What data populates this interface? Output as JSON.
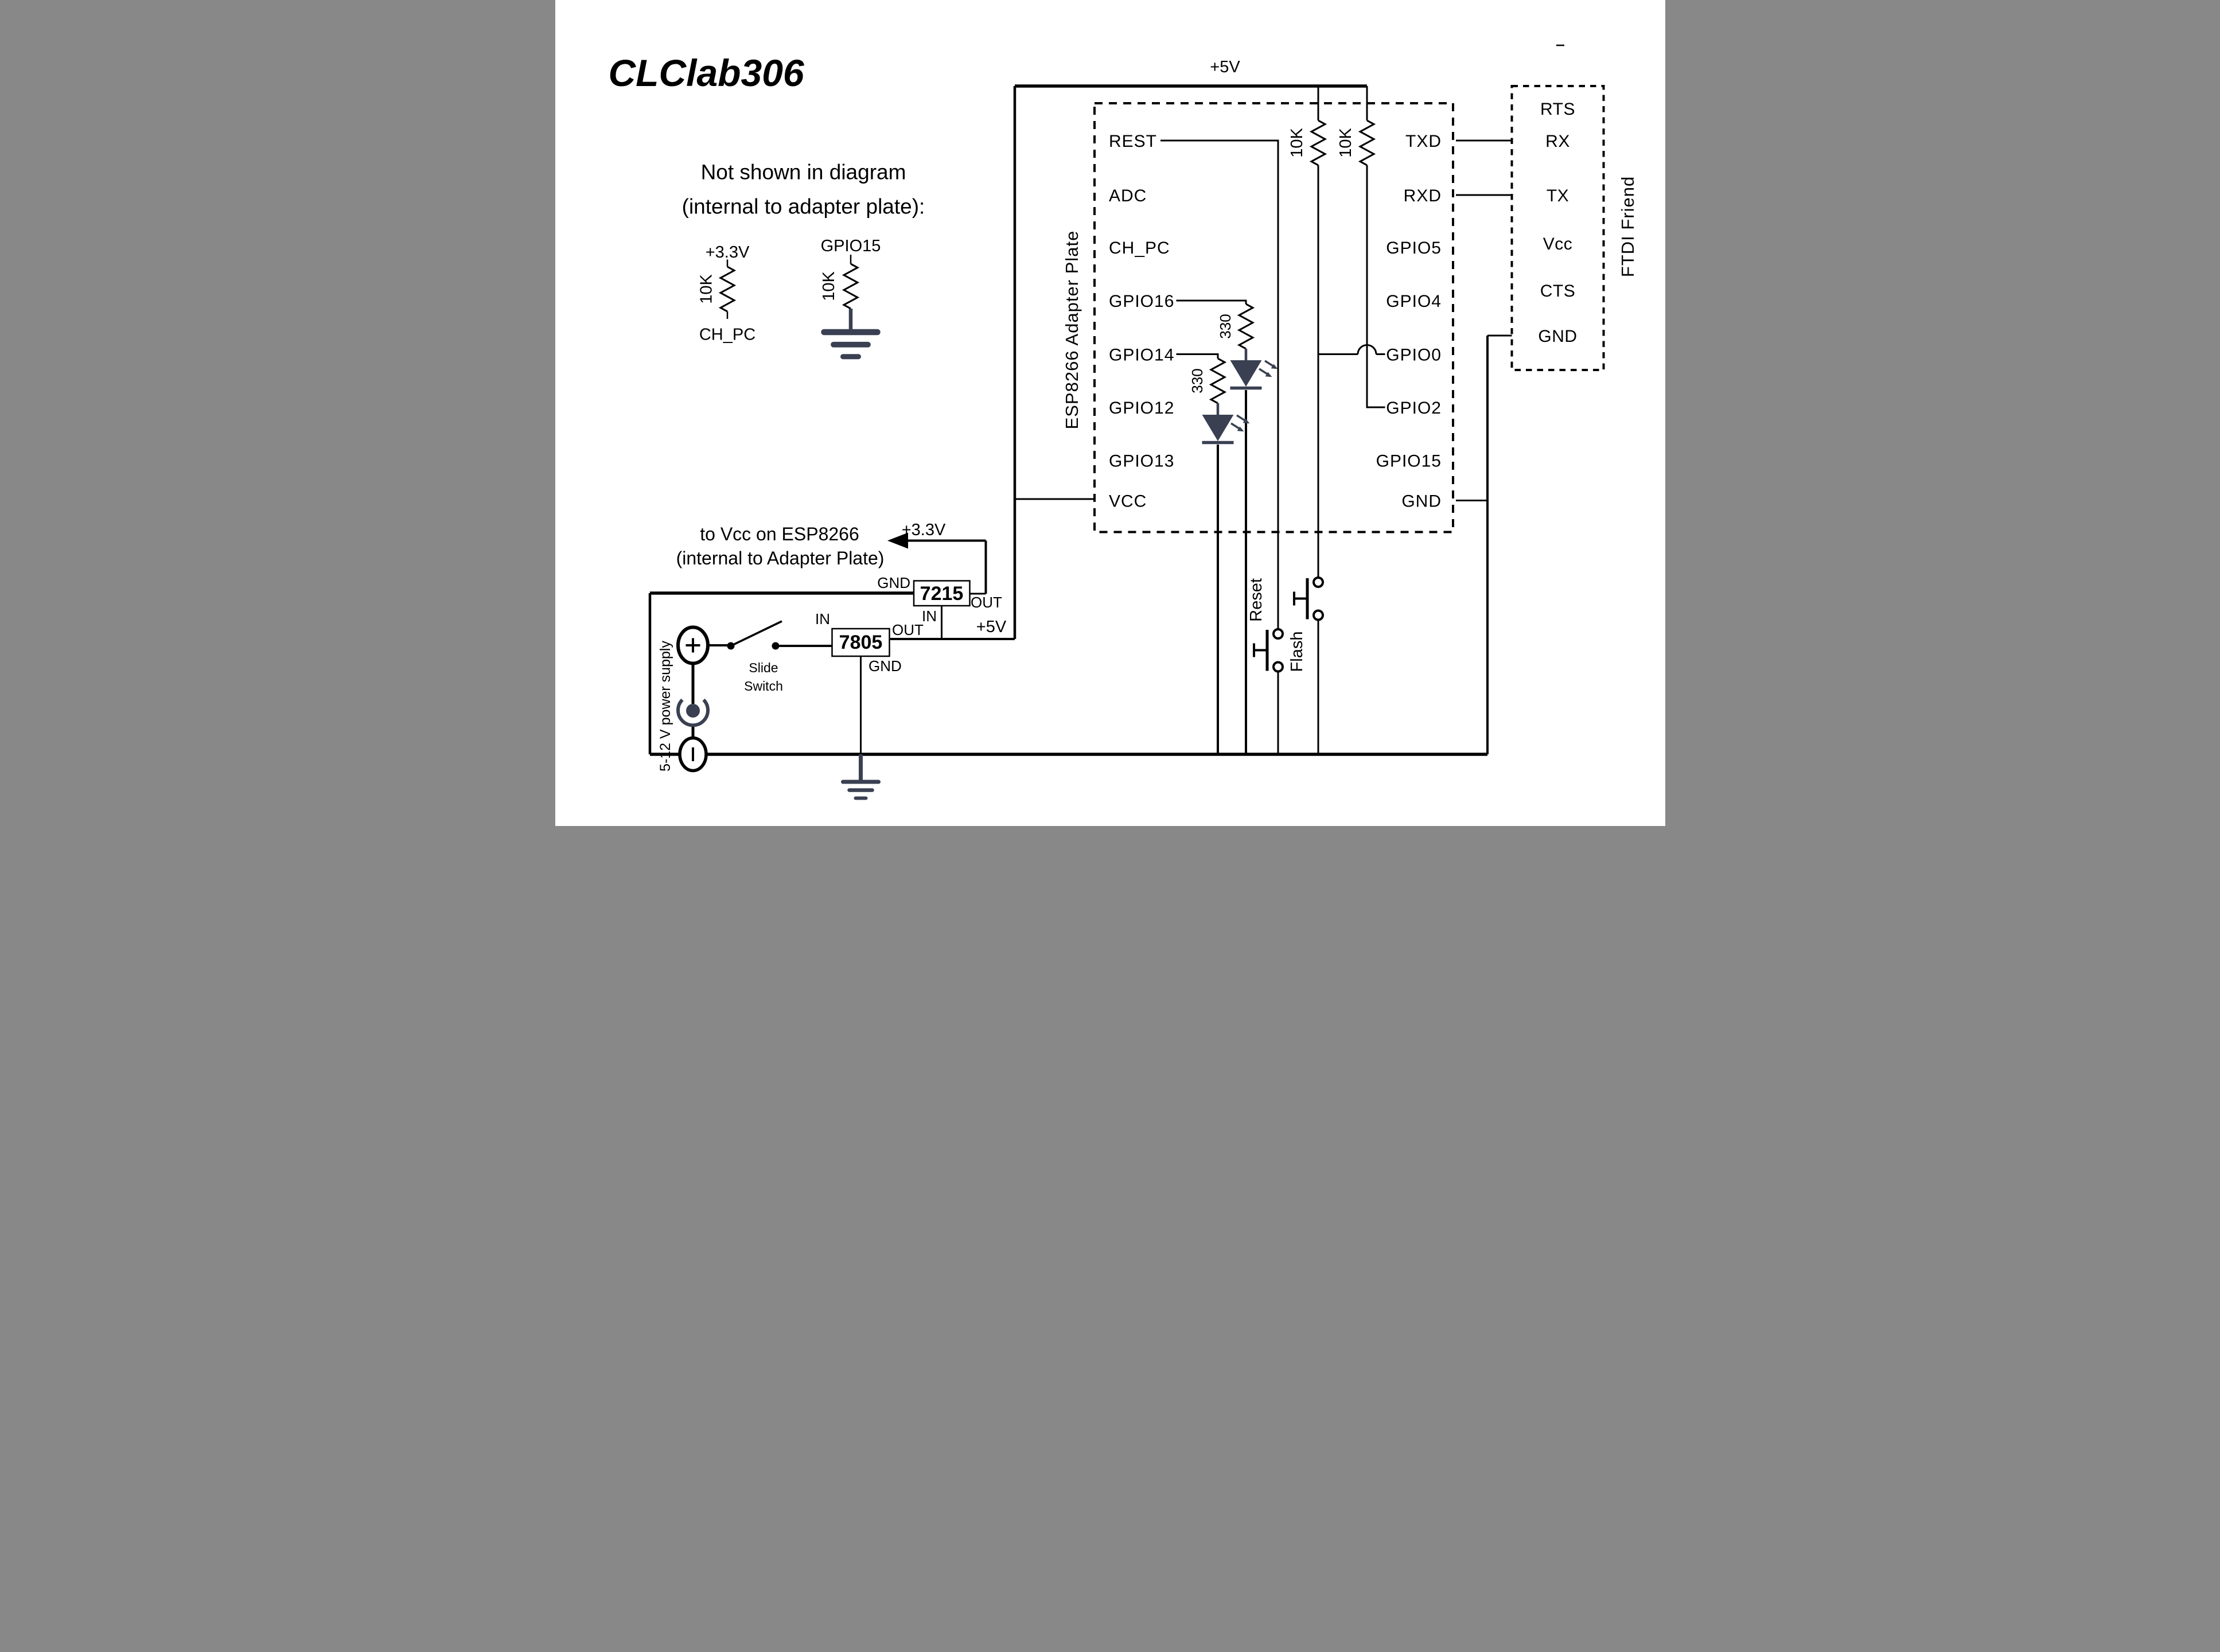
{
  "colors": {
    "ink": "#000000",
    "accent": "#3a4052",
    "paper": "#ffffff"
  },
  "title": "CLClab306",
  "note": {
    "line1": "Not shown in diagram",
    "line2": "(internal to adapter plate):"
  },
  "inset": {
    "left": {
      "top": "+3.3V",
      "value": "10K",
      "bottom": "CH_PC"
    },
    "right": {
      "top": "GPIO15",
      "value": "10K"
    }
  },
  "esp": {
    "name": "ESP8266 Adapter Plate",
    "left_pins": [
      "REST",
      "ADC",
      "CH_PC",
      "GPIO16",
      "GPIO14",
      "GPIO12",
      "GPIO13",
      "VCC"
    ],
    "right_pins": [
      "TXD",
      "RXD",
      "GPIO5",
      "GPIO4",
      "GPIO0",
      "GPIO2",
      "GPIO15",
      "GND"
    ]
  },
  "ftdi": {
    "name": "FTDI Friend",
    "pins": [
      "RTS",
      "RX",
      "TX",
      "Vcc",
      "CTS",
      "GND"
    ]
  },
  "pullups": {
    "left": "10K",
    "right": "10K"
  },
  "led_resistors": {
    "gpio16": "330",
    "gpio14": "330"
  },
  "buttons": {
    "reset": "Reset",
    "flash": "Flash"
  },
  "power": {
    "rail_label": "+5V",
    "note1": "to Vcc on ESP8266",
    "note2": "(internal to Adapter Plate)",
    "v33": "+3.3V",
    "v5": "+5V",
    "reg33": {
      "name": "7215",
      "gnd": "GND",
      "in": "IN",
      "out": "OUT"
    },
    "reg5": {
      "name": "7805",
      "gnd": "GND",
      "in": "IN",
      "out": "OUT"
    },
    "switch": {
      "line1": "Slide",
      "line2": "Switch"
    },
    "supply": "5-12 V power supply"
  }
}
